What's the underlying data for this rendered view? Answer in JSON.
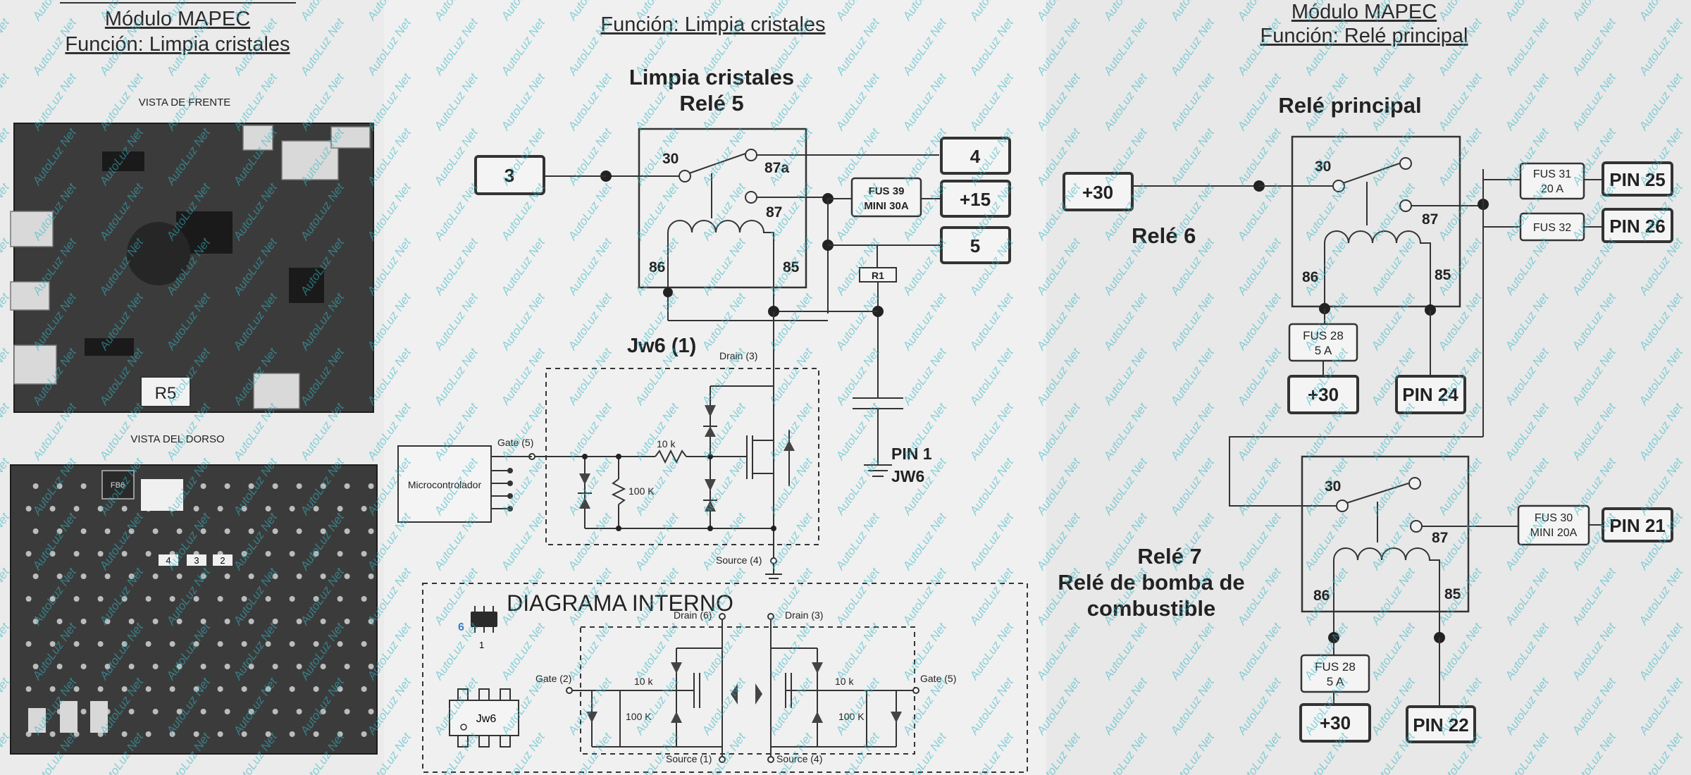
{
  "left": {
    "header_module": "Módulo MAPEC",
    "header_function": "Función: Limpia cristales",
    "front_caption": "VISTA DE FRENTE",
    "back_caption": "VISTA DEL DORSO",
    "r5_label": "R5",
    "back_labels": [
      "4",
      "3",
      "2"
    ],
    "back_chip_text": "FB6"
  },
  "middle": {
    "header": "Función: Limpia cristales",
    "title_line1": "Limpia cristales",
    "title_line2": "Relé 5",
    "term_30": "30",
    "term_87a": "87a",
    "term_87": "87",
    "term_86": "86",
    "term_85": "85",
    "box_3": "3",
    "box_4": "4",
    "box_plus15": "+15",
    "box_5": "5",
    "fus39_line1": "FUS 39",
    "fus39_line2": "MINI 30A",
    "r1": "R1",
    "jw6_title": "Jw6 (1)",
    "drain3": "Drain (3)",
    "gate5": "Gate (5)",
    "res_10k": "10 k",
    "res_100k": "100 K",
    "source4": "Source (4)",
    "micro": "Microcontrolador",
    "pin1_line1": "PIN 1",
    "pin1_line2": "JW6",
    "internal_title": "DIAGRAMA INTERNO",
    "int_pin6": "6",
    "int_pin1": "1",
    "int_drain6": "Drain (6)",
    "int_drain3": "Drain (3)",
    "int_gate2": "Gate (2)",
    "int_gate5": "Gate (5)",
    "int_10k_a": "10 k",
    "int_10k_b": "10 k",
    "int_100k_a": "100 K",
    "int_100k_b": "100 K",
    "int_source1": "Source (1)",
    "int_source4": "Source (4)",
    "chip_label": "Jw6"
  },
  "right": {
    "header_module": "Módulo MAPEC",
    "header_function": "Función: Relé principal",
    "rp_title": "Relé principal",
    "rele6": "Relé 6",
    "plus30_top": "+30",
    "r6_30": "30",
    "r6_87": "87",
    "r6_86": "86",
    "r6_85": "85",
    "fus31_line1": "FUS 31",
    "fus31_line2": "20 A",
    "fus32": "FUS 32",
    "pin25": "PIN 25",
    "pin26": "PIN 26",
    "fus28a_line1": "FUS 28",
    "fus28a_line2": "5 A",
    "plus30_a": "+30",
    "pin24": "PIN 24",
    "rele7_line1": "Relé 7",
    "rele7_line2": "Relé de bomba de",
    "rele7_line3": "combustible",
    "r7_30": "30",
    "r7_87": "87",
    "r7_86": "86",
    "r7_85": "85",
    "fus30_line1": "FUS 30",
    "fus30_line2": "MINI 20A",
    "pin21": "PIN 21",
    "fus28b_line1": "FUS 28",
    "fus28b_line2": "5 A",
    "plus30_b": "+30",
    "pin22": "PIN 22"
  },
  "watermark": "AutoLuz Net"
}
